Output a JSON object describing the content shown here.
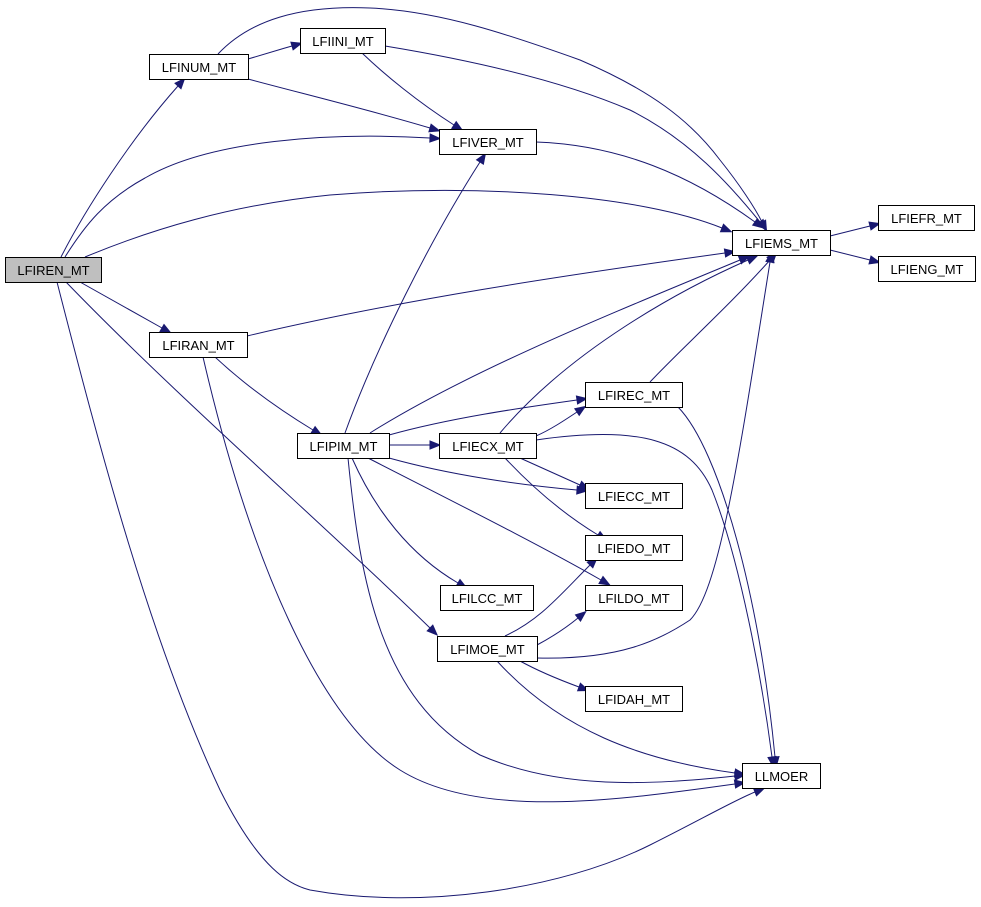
{
  "diagram": {
    "type": "call-graph",
    "colors": {
      "edge": "#191970",
      "node_border": "#000000",
      "node_fill": "#ffffff",
      "root_fill": "#bfbfbf"
    },
    "nodes": [
      {
        "id": "LFIREN_MT",
        "label": "LFIREN_MT",
        "root": true
      },
      {
        "id": "LFINUM_MT",
        "label": "LFINUM_MT"
      },
      {
        "id": "LFIINI_MT",
        "label": "LFIINI_MT"
      },
      {
        "id": "LFIVER_MT",
        "label": "LFIVER_MT"
      },
      {
        "id": "LFIEMS_MT",
        "label": "LFIEMS_MT"
      },
      {
        "id": "LFIEFR_MT",
        "label": "LFIEFR_MT"
      },
      {
        "id": "LFIENG_MT",
        "label": "LFIENG_MT"
      },
      {
        "id": "LFIRAN_MT",
        "label": "LFIRAN_MT"
      },
      {
        "id": "LFIPIM_MT",
        "label": "LFIPIM_MT"
      },
      {
        "id": "LFIREC_MT",
        "label": "LFIREC_MT"
      },
      {
        "id": "LFIECX_MT",
        "label": "LFIECX_MT"
      },
      {
        "id": "LFIECC_MT",
        "label": "LFIECC_MT"
      },
      {
        "id": "LFIEDO_MT",
        "label": "LFIEDO_MT"
      },
      {
        "id": "LFILCC_MT",
        "label": "LFILCC_MT"
      },
      {
        "id": "LFILDO_MT",
        "label": "LFILDO_MT"
      },
      {
        "id": "LFIMOE_MT",
        "label": "LFIMOE_MT"
      },
      {
        "id": "LFIDAH_MT",
        "label": "LFIDAH_MT"
      },
      {
        "id": "LLMOER",
        "label": "LLMOER"
      }
    ],
    "edges": [
      {
        "from": "LFIREN_MT",
        "to": "LFINUM_MT"
      },
      {
        "from": "LFIREN_MT",
        "to": "LFIVER_MT"
      },
      {
        "from": "LFIREN_MT",
        "to": "LFIEMS_MT"
      },
      {
        "from": "LFIREN_MT",
        "to": "LFIRAN_MT"
      },
      {
        "from": "LFIREN_MT",
        "to": "LFIMOE_MT"
      },
      {
        "from": "LFIREN_MT",
        "to": "LLMOER"
      },
      {
        "from": "LFINUM_MT",
        "to": "LFIINI_MT"
      },
      {
        "from": "LFINUM_MT",
        "to": "LFIVER_MT"
      },
      {
        "from": "LFINUM_MT",
        "to": "LFIEMS_MT"
      },
      {
        "from": "LFIINI_MT",
        "to": "LFIVER_MT"
      },
      {
        "from": "LFIINI_MT",
        "to": "LFIEMS_MT"
      },
      {
        "from": "LFIVER_MT",
        "to": "LFIEMS_MT"
      },
      {
        "from": "LFIEMS_MT",
        "to": "LFIEFR_MT"
      },
      {
        "from": "LFIEMS_MT",
        "to": "LFIENG_MT"
      },
      {
        "from": "LFIRAN_MT",
        "to": "LFIEMS_MT"
      },
      {
        "from": "LFIRAN_MT",
        "to": "LFIPIM_MT"
      },
      {
        "from": "LFIRAN_MT",
        "to": "LLMOER"
      },
      {
        "from": "LFIPIM_MT",
        "to": "LFIVER_MT"
      },
      {
        "from": "LFIPIM_MT",
        "to": "LFIEMS_MT"
      },
      {
        "from": "LFIPIM_MT",
        "to": "LFIREC_MT"
      },
      {
        "from": "LFIPIM_MT",
        "to": "LFIECX_MT"
      },
      {
        "from": "LFIPIM_MT",
        "to": "LFIECC_MT"
      },
      {
        "from": "LFIPIM_MT",
        "to": "LFILCC_MT"
      },
      {
        "from": "LFIPIM_MT",
        "to": "LFILDO_MT"
      },
      {
        "from": "LFIPIM_MT",
        "to": "LLMOER"
      },
      {
        "from": "LFIREC_MT",
        "to": "LFIEMS_MT"
      },
      {
        "from": "LFIREC_MT",
        "to": "LLMOER"
      },
      {
        "from": "LFIECX_MT",
        "to": "LFIEMS_MT"
      },
      {
        "from": "LFIECX_MT",
        "to": "LFIREC_MT"
      },
      {
        "from": "LFIECX_MT",
        "to": "LFIECC_MT"
      },
      {
        "from": "LFIECX_MT",
        "to": "LFIEDO_MT"
      },
      {
        "from": "LFIECX_MT",
        "to": "LLMOER"
      },
      {
        "from": "LFIMOE_MT",
        "to": "LFIEMS_MT"
      },
      {
        "from": "LFIMOE_MT",
        "to": "LFIEDO_MT"
      },
      {
        "from": "LFIMOE_MT",
        "to": "LFILDO_MT"
      },
      {
        "from": "LFIMOE_MT",
        "to": "LFIDAH_MT"
      },
      {
        "from": "LFIMOE_MT",
        "to": "LLMOER"
      }
    ]
  }
}
